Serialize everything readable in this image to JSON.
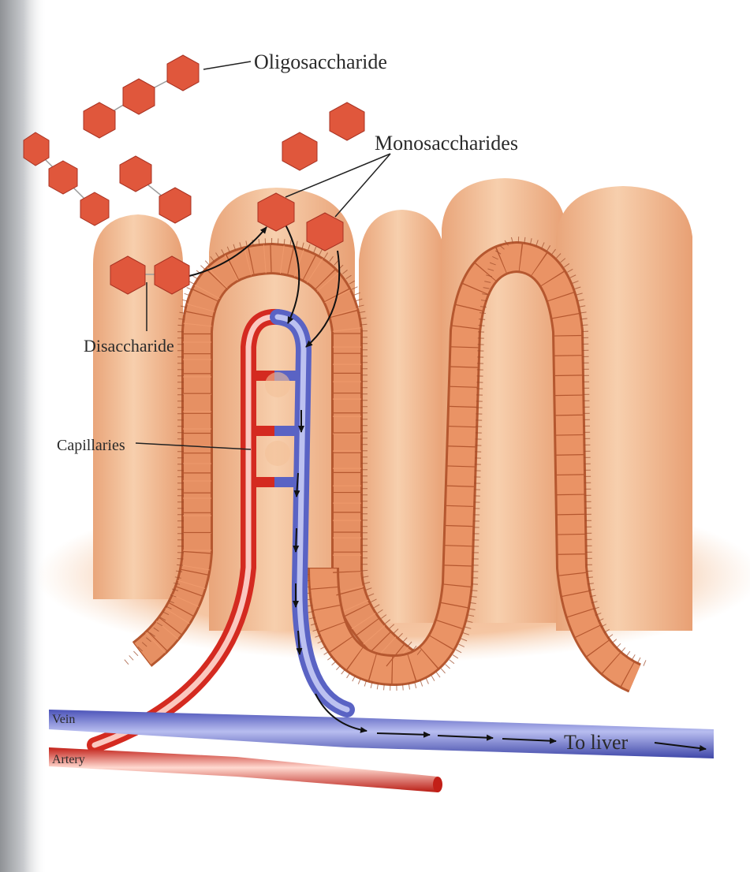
{
  "labels": {
    "oligosaccharide": "Oligosaccharide",
    "monosaccharides": "Monosaccharides",
    "disaccharide": "Disaccharide",
    "capillaries": "Capillaries",
    "vein": "Vein",
    "artery": "Artery",
    "to_liver": "To liver"
  },
  "colors": {
    "sugar_unit": "#e0573c",
    "sugar_outline": "#a83222",
    "villus_fill": "#f4c19a",
    "villus_shade": "#e69a6a",
    "epithelium": "#ef9a6c",
    "epithelium_line": "#b5572f",
    "artery": "#d42a20",
    "vein": "#5a63c4",
    "arrow": "#111111",
    "background_shadow": "#8f9296"
  },
  "icons": {
    "sugar_unit": "hexagon",
    "flow_arrow": "arrow-right"
  }
}
